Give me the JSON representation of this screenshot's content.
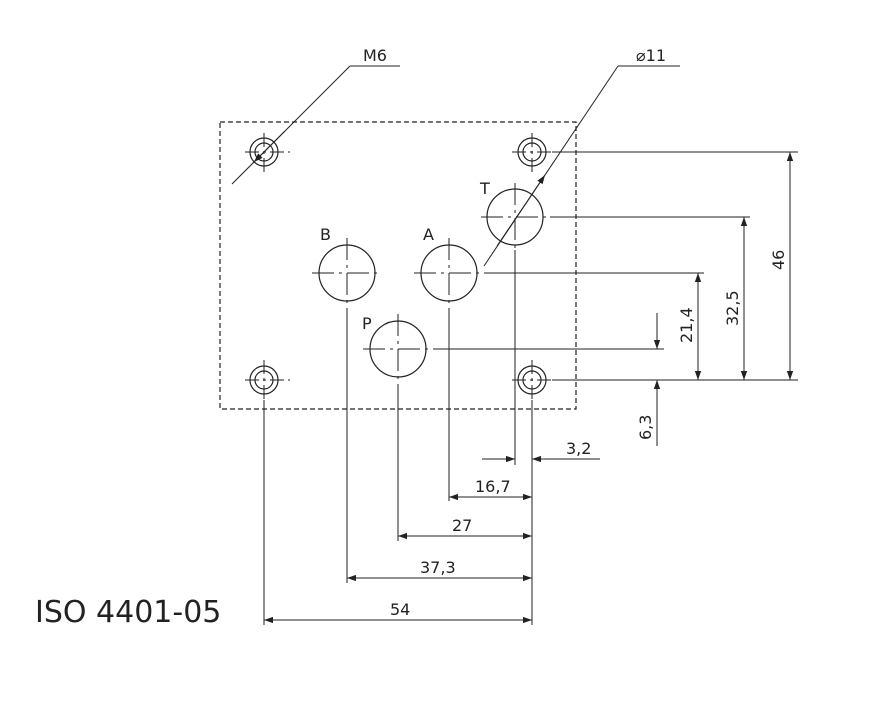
{
  "standard_label": "ISO 4401-05",
  "callouts": {
    "thread": "M6",
    "diameter": "⌀11"
  },
  "ports": {
    "b": "B",
    "a": "A",
    "t": "T",
    "p": "P"
  },
  "dimensions": {
    "h_3_2": "3,2",
    "h_16_7": "16,7",
    "h_27": "27",
    "h_37_3": "37,3",
    "h_54": "54",
    "v_6_3": "6,3",
    "v_21_4": "21,4",
    "v_32_5": "32,5",
    "v_46": "46"
  },
  "colors": {
    "line": "#222222",
    "background": "#ffffff"
  }
}
